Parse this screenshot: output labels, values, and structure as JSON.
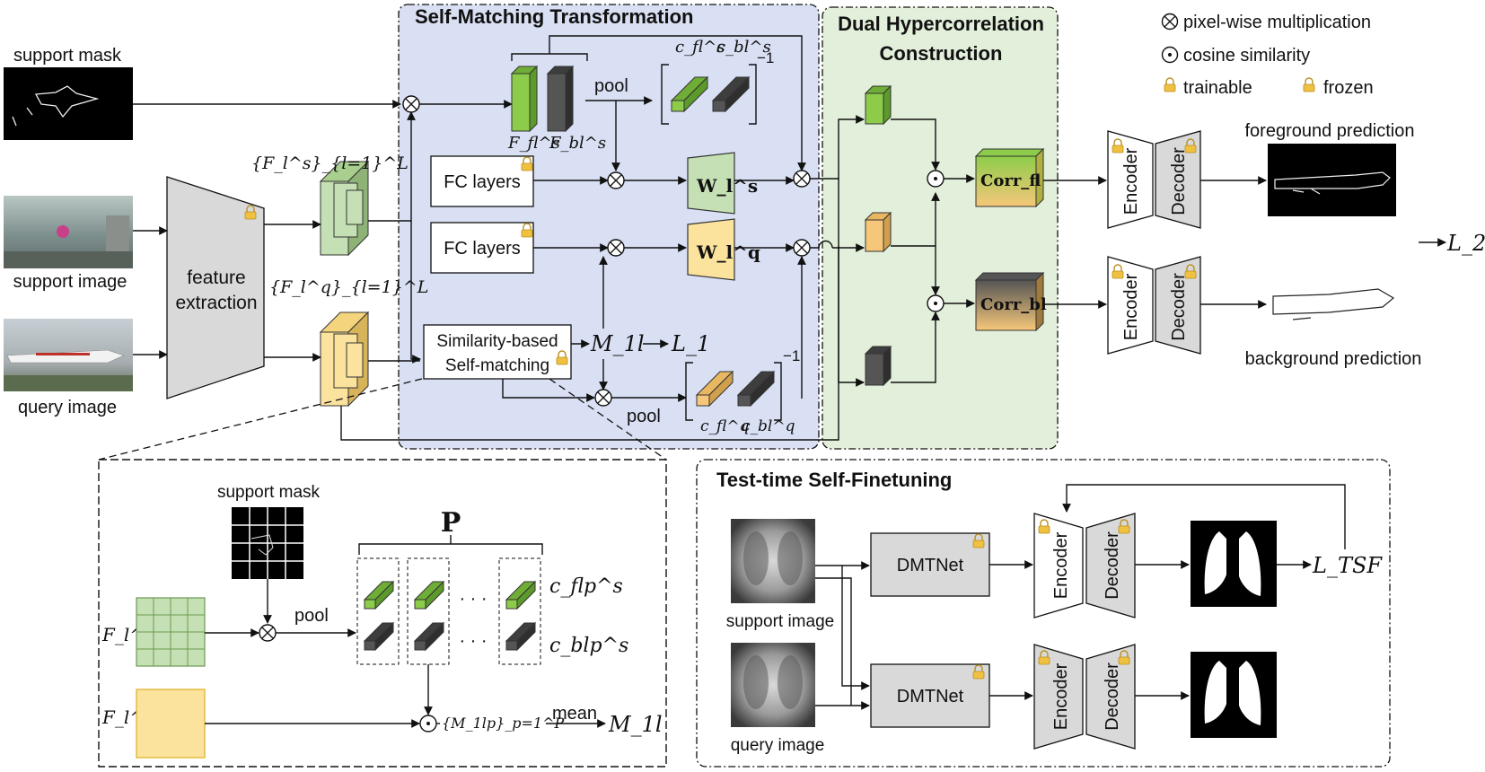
{
  "legend": {
    "mult": "pixel-wise multiplication",
    "cos": "cosine similarity",
    "trainable": "trainable",
    "frozen": "frozen"
  },
  "inputs": {
    "support_mask": "support mask",
    "support_image": "support image",
    "query_image": "query image"
  },
  "feature_extraction": {
    "line1": "feature",
    "line2": "extraction"
  },
  "features": {
    "support": "{F_l^s}_{l=1}^L",
    "query": "{F_l^q}_{l=1}^L"
  },
  "smt": {
    "title": "Self-Matching Transformation",
    "pool_top": "pool",
    "pool_bottom": "pool",
    "fc1": "FC layers",
    "fc2": "FC layers",
    "sim_line1": "Similarity-based",
    "sim_line2": "Self-matching",
    "f_fl": "F_fl^s",
    "f_bl": "F_bl^s",
    "c_fl_s": "c_fl^s",
    "c_bl_s": "c_bl^s",
    "c_fl_q": "c_fl^q",
    "c_bl_q": "c_bl^q",
    "inv": "−1",
    "w_s": "W_l^s",
    "w_q": "W_l^q",
    "m1l": "M_1l",
    "l1": "L_1"
  },
  "dhc": {
    "title_line1": "Dual Hypercorrelation",
    "title_line2": "Construction",
    "corr_fl": "Corr_fl",
    "corr_bl": "Corr_bl"
  },
  "heads": {
    "encoder": "Encoder",
    "decoder": "Decoder",
    "fg": "foreground prediction",
    "bg": "background prediction",
    "l2": "L_2"
  },
  "detail": {
    "support_mask": "support mask",
    "P": "P",
    "pool": "pool",
    "fls": "F_l^s",
    "flq": "F_l^q",
    "c_flp": "c_flp^s",
    "c_blp": "c_blp^s",
    "dots": "· · ·",
    "mset": "{M_1lp}_p=1^P",
    "mean": "mean",
    "m1l": "M_1l"
  },
  "tsf": {
    "title": "Test-time Self-Finetuning",
    "dmt1": "DMTNet",
    "dmt2": "DMTNet",
    "support_image": "support image",
    "query_image": "query image",
    "encoder": "Encoder",
    "decoder": "Decoder",
    "loss": "L_TSF"
  },
  "colors": {
    "smt_bg": "#d9e0f3",
    "dhc_bg": "#e2efda",
    "green": "#8dcc4a",
    "dark": "#555555",
    "yellow": "#fbe39e",
    "orange": "#f6c77a",
    "lock": "#f0c040"
  }
}
